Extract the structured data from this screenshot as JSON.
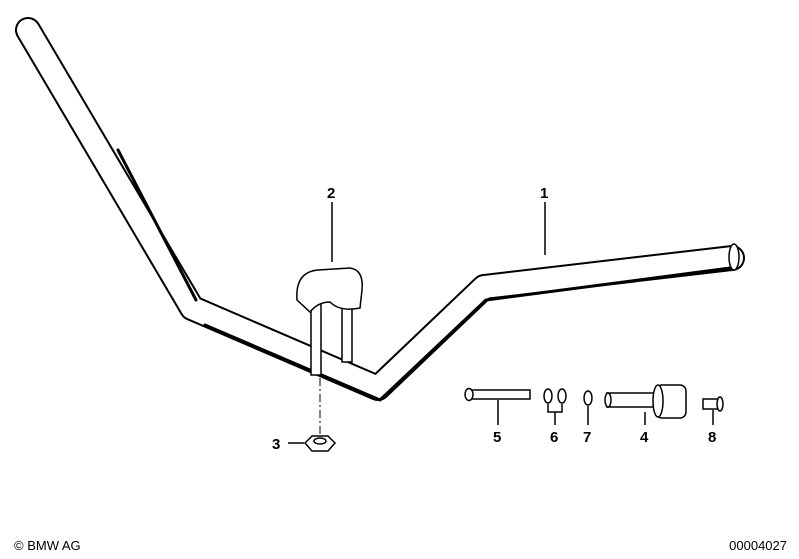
{
  "parts": [
    {
      "number": "1"
    },
    {
      "number": "2"
    },
    {
      "number": "3"
    },
    {
      "number": "4"
    },
    {
      "number": "5"
    },
    {
      "number": "6"
    },
    {
      "number": "7"
    },
    {
      "number": "8"
    }
  ],
  "footer": {
    "copyright": "© BMW AG",
    "diagram_id": "00004027"
  },
  "colors": {
    "line": "#000000",
    "background": "#ffffff"
  }
}
